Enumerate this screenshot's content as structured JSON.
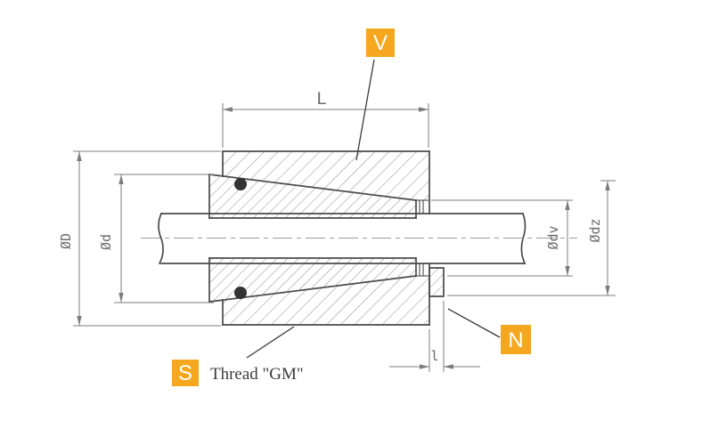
{
  "diagram_type": "clamping-element-cross-section",
  "callouts": {
    "v": "V",
    "s": "S",
    "n": "N"
  },
  "notes": {
    "thread": "Thread \"GM\""
  },
  "dims": {
    "length": "L",
    "flange_width": "l",
    "outer_diameter": "ØD",
    "bore_diameter": "Ød",
    "small_end_diameter": "Ødv",
    "flange_diameter": "Ødz"
  },
  "colors": {
    "accent_orange": "#F5A81F",
    "callout_letter": "#FFFFFF",
    "outline": "#4A4A4A",
    "dimension_line": "#7D7D7D",
    "hatch": "#8F8F8F",
    "centerline": "#9C9C9C",
    "dim_text": "#6B6B6B",
    "note_text": "#3C3C3C",
    "oring_ball": "#333333",
    "background": "#FFFFFF"
  }
}
